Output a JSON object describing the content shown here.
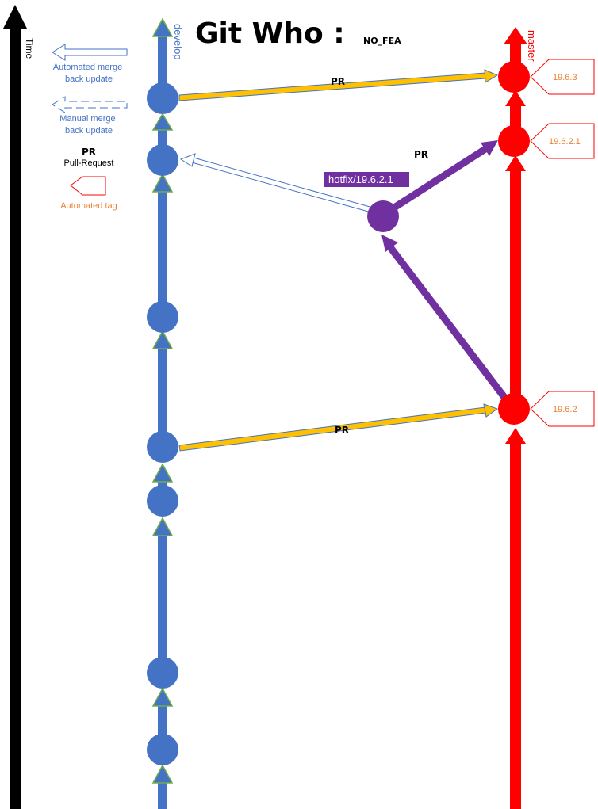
{
  "title": {
    "main": "Git Who :",
    "suffix": "NO_FEA"
  },
  "time_axis": {
    "label": "Time"
  },
  "branches": {
    "develop": {
      "label": "develop",
      "color": "#4472c4"
    },
    "master": {
      "label": "master",
      "color": "#ff0000"
    },
    "hotfix": {
      "label": "hotfix/19.6.2.1",
      "color": "#7030a0"
    }
  },
  "legend": {
    "automated_merge": "Automated merge\nback update",
    "manual_merge": "Manual merge\nback update",
    "pr_title": "PR",
    "pr_desc": "Pull-Request",
    "automated_tag": "Automated tag"
  },
  "pr_labels": [
    "PR",
    "PR",
    "PR"
  ],
  "tags": [
    "19.6.3",
    "19.6.2.1",
    "19.6.2"
  ],
  "colors": {
    "pr_arrow": "#ffc000",
    "pr_arrow_outline": "#4472c4",
    "tag_text": "#ed7d31",
    "tag_border": "#ff0000",
    "develop_arrow_outline": "#70ad47"
  }
}
